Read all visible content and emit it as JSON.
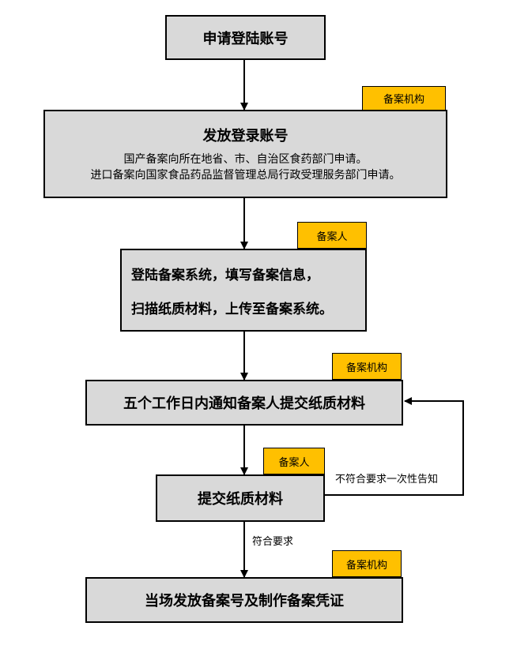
{
  "steps": {
    "s1": {
      "title": "申请登陆账号"
    },
    "s2": {
      "title": "发放登录账号",
      "line1": "国产备案向所在地省、市、自治区食药部门申请。",
      "line2": "进口备案向国家食品药品监督管理总局行政受理服务部门申请。"
    },
    "s3": {
      "line1": "登陆备案系统，填写备案信息，",
      "line2": "扫描纸质材料，上传至备案系统。"
    },
    "s4": {
      "title": "五个工作日内通知备案人提交纸质材料"
    },
    "s5": {
      "title": "提交纸质材料"
    },
    "s6": {
      "title": "当场发放备案号及制作备案凭证"
    }
  },
  "tags": {
    "t2": "备案机构",
    "t3": "备案人",
    "t4": "备案机构",
    "t5": "备案人",
    "t6": "备案机构"
  },
  "labels": {
    "fail": "不符合要求一次性告知",
    "pass": "符合要求"
  },
  "colors": {
    "box_fill": "#d9d9d9",
    "tag_fill": "#ffc000"
  }
}
